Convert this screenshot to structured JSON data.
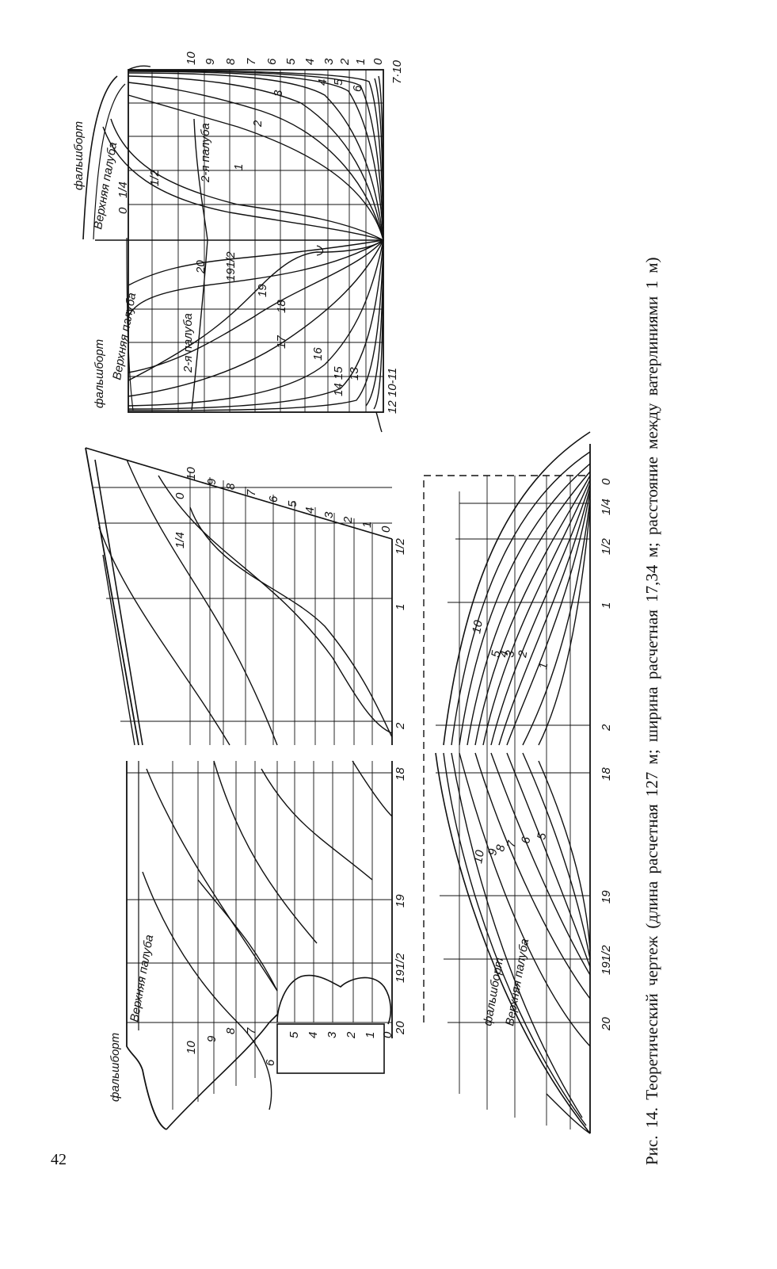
{
  "page_number": "42",
  "caption": "Рис. 14. Теоретический чертеж (длина расчетная 127 м; ширина расчетная 17,34 м; расстояние между ватерлиниями 1 м)",
  "body_plan": {
    "left_labels": {
      "falshbort": "фальшборт",
      "upper_deck": "Верхняя палуба",
      "second_deck": "2-я палуба"
    },
    "right_labels": {
      "falshbort": "фальшборт",
      "upper_deck": "Верхняя палуба",
      "second_deck": "2-я палуба"
    },
    "stern_stations": [
      "20",
      "191/2",
      "19",
      "18",
      "17",
      "16",
      "14 15",
      "13",
      "12 10-11"
    ],
    "bow_stations": [
      "0",
      "1/4",
      "1/2",
      "1",
      "2",
      "3",
      "4",
      "5",
      "6"
    ],
    "waterlines": [
      "10",
      "9",
      "8",
      "7",
      "6",
      "5",
      "4",
      "3",
      "2",
      "1",
      "0"
    ],
    "corner_label": "7·10"
  },
  "bow_profile": {
    "stations": [
      "1/2",
      "1",
      "2"
    ],
    "waterlines": [
      "10",
      "9",
      "8",
      "7",
      "6",
      "5",
      "4",
      "3",
      "2",
      "1",
      "0"
    ],
    "curve_labels": [
      "0",
      "1/4"
    ]
  },
  "stern_profile": {
    "labels": {
      "falshbort": "фальшборт",
      "upper_deck": "Верхняя палуба"
    },
    "stations": [
      "18",
      "19",
      "191/2",
      "20"
    ],
    "waterlines_left": [
      "10",
      "9",
      "8",
      "7",
      "6"
    ],
    "waterlines_box": [
      "5",
      "4",
      "3",
      "2",
      "1",
      "0"
    ]
  },
  "bow_halfbreadth": {
    "stations": [
      "0",
      "1/4",
      "1/2",
      "1",
      "2"
    ],
    "waterline_labels": [
      "10",
      "5",
      "4",
      "3",
      "2",
      "1"
    ]
  },
  "stern_halfbreadth": {
    "labels": {
      "falshbort": "фальшборт",
      "upper_deck": "Верхняя палуба"
    },
    "stations": [
      "18",
      "19",
      "191/2",
      "20"
    ],
    "waterline_labels": [
      "10",
      "9",
      "8",
      "7",
      "6",
      "5"
    ]
  }
}
